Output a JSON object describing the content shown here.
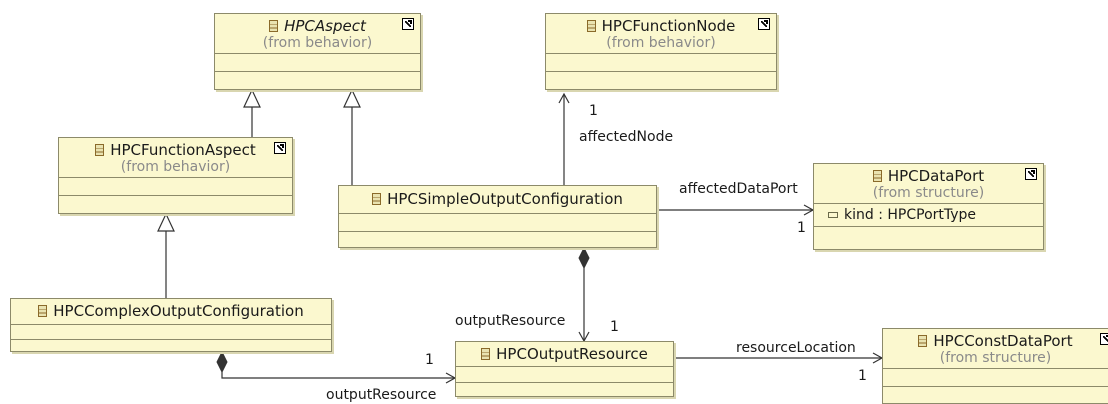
{
  "classes": {
    "hpc_aspect": {
      "name": "HPCAspect",
      "from": "(from behavior)"
    },
    "hpc_function_node": {
      "name": "HPCFunctionNode",
      "from": "(from behavior)"
    },
    "hpc_function_aspect": {
      "name": "HPCFunctionAspect",
      "from": "(from behavior)"
    },
    "hpc_simple_output_configuration": {
      "name": "HPCSimpleOutputConfiguration"
    },
    "hpc_data_port": {
      "name": "HPCDataPort",
      "from": "(from structure)",
      "attributes": [
        "kind : HPCPortType"
      ]
    },
    "hpc_complex_output_configuration": {
      "name": "HPCComplexOutputConfiguration"
    },
    "hpc_output_resource": {
      "name": "HPCOutputResource"
    },
    "hpc_const_data_port": {
      "name": "HPCConstDataPort",
      "from": "(from structure)"
    }
  },
  "associations": {
    "affected_node": {
      "role": "affectedNode",
      "multiplicity": "1"
    },
    "affected_data_port": {
      "role": "affectedDataPort",
      "multiplicity": "1"
    },
    "simple_output_resource": {
      "role": "outputResource",
      "multiplicity": "1"
    },
    "complex_output_resource": {
      "role": "outputResource",
      "multiplicity": "1"
    },
    "resource_location": {
      "role": "resourceLocation",
      "multiplicity": "1"
    }
  }
}
